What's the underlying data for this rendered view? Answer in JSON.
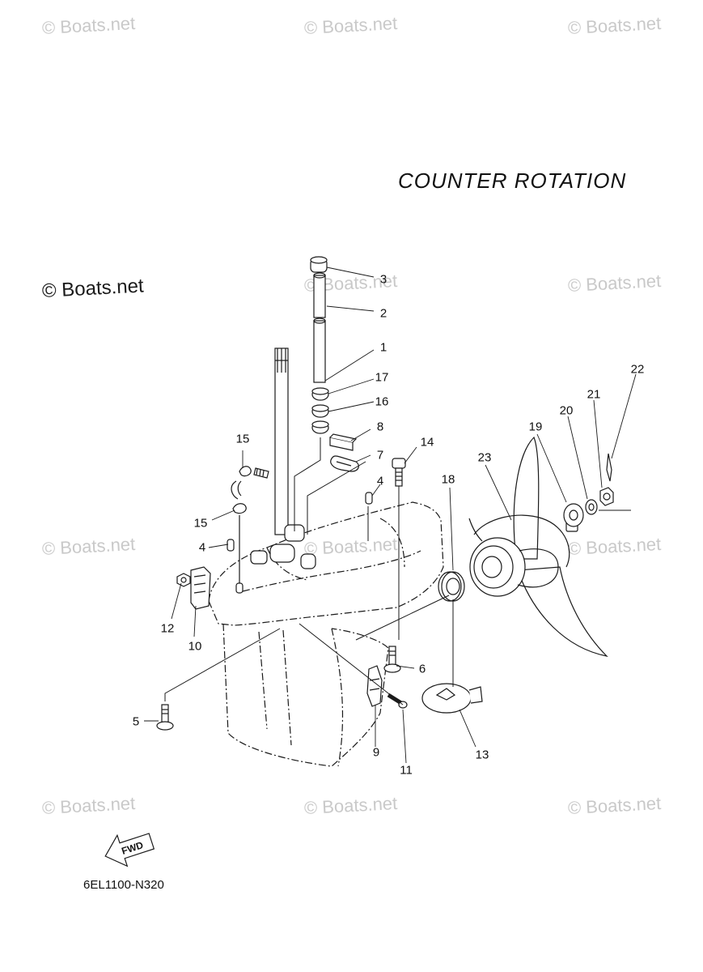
{
  "title": "COUNTER ROTATION",
  "diagram_code": "6EL1100-N320",
  "fwd_label": "FWD",
  "watermark_text": "© Boats.net",
  "callouts": [
    "3",
    "2",
    "1",
    "17",
    "16",
    "8",
    "7",
    "14",
    "4",
    "15",
    "15",
    "4",
    "12",
    "10",
    "5",
    "6",
    "9",
    "11",
    "13",
    "18",
    "23",
    "19",
    "20",
    "21",
    "22"
  ],
  "colors": {
    "line": "#1a1a1a",
    "watermark": "#c9c9c9",
    "background": "#ffffff"
  }
}
